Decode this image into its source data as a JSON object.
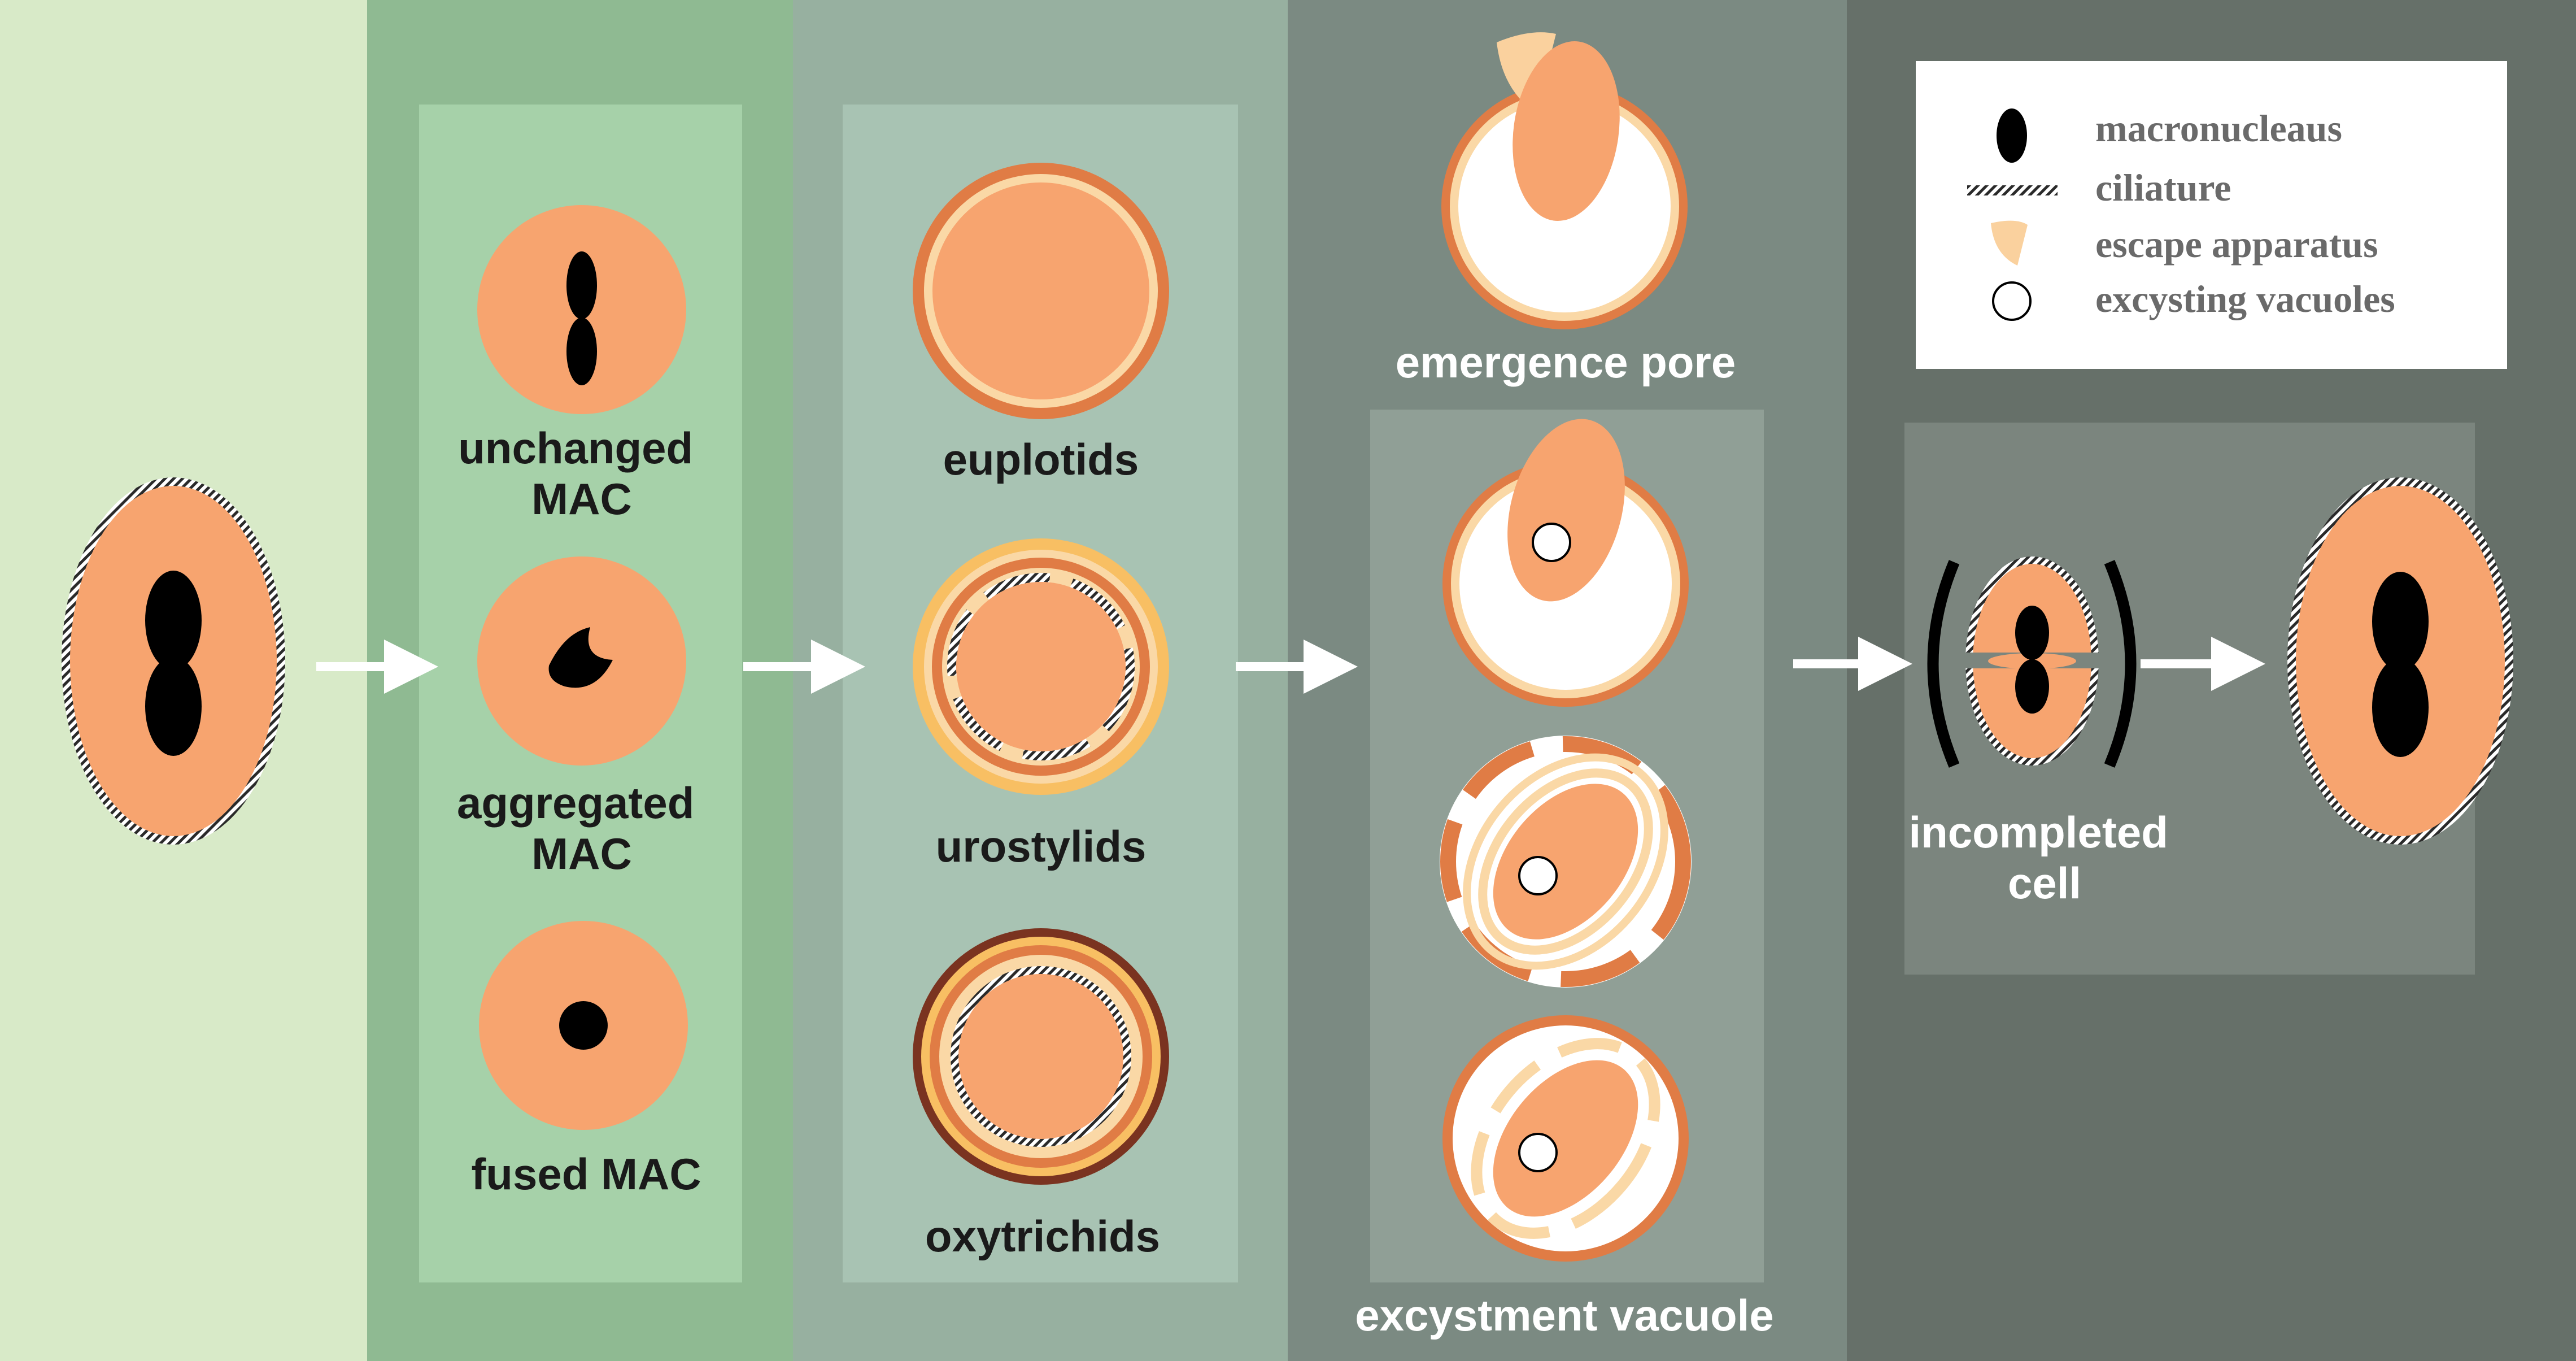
{
  "panels": {
    "p1_color": "#d8eac8",
    "p2_color": "#8fba92",
    "p2_inner_color": "#a6d1a9",
    "p3_color": "#97b0a0",
    "p3_inner_color": "#a8c3b3",
    "p4_color": "#7b8a82",
    "p4_inner_color": "#909f96",
    "p5_color": "#667069",
    "p5_inner_color": "#7b857e"
  },
  "colors": {
    "cell": "#f7a46f",
    "cyst_wall": "#e07c45",
    "cyst_inner": "#fad8a6",
    "oxy_outer": "#7a3320",
    "uro_outer": "#f8bf63",
    "escape_apparatus": "#fad19e",
    "nucleus": "#000000",
    "vacuole_fill": "#ffffff"
  },
  "labels": {
    "unchanged": [
      "unchanged",
      "MAC"
    ],
    "aggregated": [
      "aggregated",
      "MAC"
    ],
    "fused": "fused MAC",
    "euplotids": "euplotids",
    "urostylids": "urostylids",
    "oxytrichids": "oxytrichids",
    "emergence_pore": "emergence pore",
    "excystment_vacuole": "excystment vacuole",
    "incompleted_cell": [
      "incompleted",
      "cell"
    ]
  },
  "legend": {
    "items": [
      {
        "icon": "macronucleus-icon",
        "label": "macronucleaus"
      },
      {
        "icon": "ciliature-icon",
        "label": "ciliature"
      },
      {
        "icon": "escape-apparatus-icon",
        "label": "escape apparatus"
      },
      {
        "icon": "excysting-vacuole-icon",
        "label": "excysting vacuoles"
      }
    ]
  }
}
